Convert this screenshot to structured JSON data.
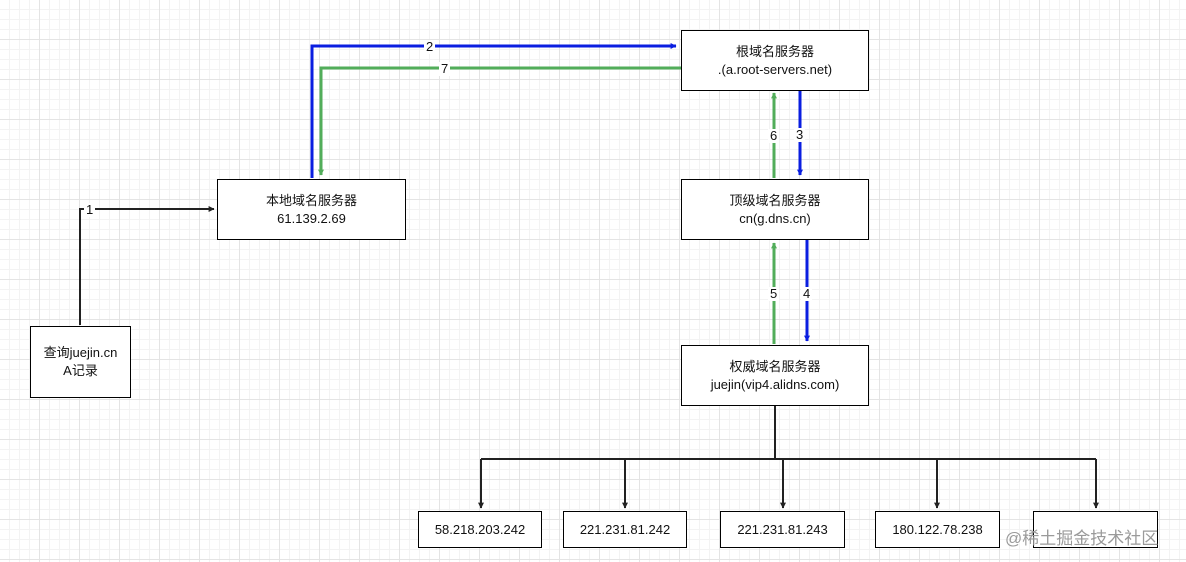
{
  "nodes": {
    "query": {
      "line1": "查询juejin.cn",
      "line2": "A记录"
    },
    "local": {
      "line1": "本地域名服务器",
      "line2": "61.139.2.69"
    },
    "root": {
      "line1": "根域名服务器",
      "line2": ".(a.root-servers.net)"
    },
    "tld": {
      "line1": "顶级域名服务器",
      "line2": "cn(g.dns.cn)"
    },
    "auth": {
      "line1": "权威域名服务器",
      "line2": "juejin(vip4.alidns.com)"
    }
  },
  "ips": [
    "58.218.203.242",
    "221.231.81.242",
    "221.231.81.243",
    "180.122.78.238",
    ""
  ],
  "steps": [
    "1",
    "2",
    "3",
    "4",
    "5",
    "6",
    "7"
  ],
  "colors": {
    "request": "#0a1ee0",
    "response": "#52ad5a",
    "line": "#222222"
  },
  "watermark": "@稀土掘金技术社区"
}
